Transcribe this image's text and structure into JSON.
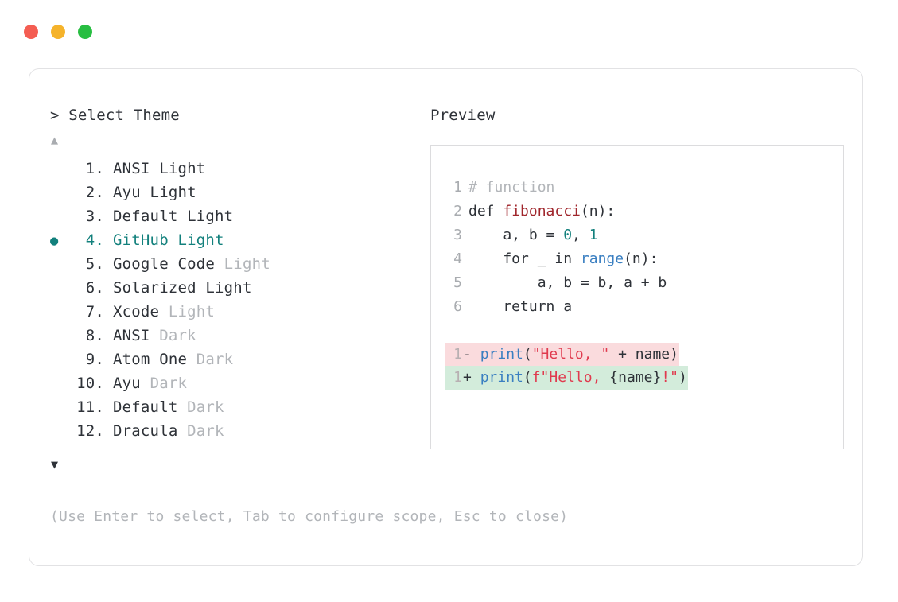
{
  "window": {
    "dots": [
      {
        "name": "close-dot",
        "color": "#f45d52"
      },
      {
        "name": "minimize-dot",
        "color": "#f5b32b"
      },
      {
        "name": "maximize-dot",
        "color": "#28be42"
      }
    ]
  },
  "left_panel": {
    "prompt": "> Select Theme",
    "scroll_up": "▲",
    "scroll_down": "▼",
    "selected_index": 4,
    "bullet": "●",
    "items": [
      {
        "num": "1.",
        "name": "ANSI Light",
        "mode": ""
      },
      {
        "num": "2.",
        "name": "Ayu Light",
        "mode": ""
      },
      {
        "num": "3.",
        "name": "Default Light",
        "mode": ""
      },
      {
        "num": "4.",
        "name": "GitHub Light",
        "mode": ""
      },
      {
        "num": "5.",
        "name": "Google Code ",
        "mode": "Light"
      },
      {
        "num": "6.",
        "name": "Solarized Light",
        "mode": ""
      },
      {
        "num": "7.",
        "name": "Xcode ",
        "mode": "Light"
      },
      {
        "num": "8.",
        "name": "ANSI ",
        "mode": "Dark"
      },
      {
        "num": "9.",
        "name": "Atom One ",
        "mode": "Dark"
      },
      {
        "num": "10.",
        "name": "Ayu ",
        "mode": "Dark"
      },
      {
        "num": "11.",
        "name": "Default ",
        "mode": "Dark"
      },
      {
        "num": "12.",
        "name": "Dracula ",
        "mode": "Dark"
      }
    ]
  },
  "footer": {
    "hint": "(Use Enter to select, Tab to configure scope, Esc to close)"
  },
  "right_panel": {
    "heading": "Preview",
    "code_lines": [
      {
        "ln": "1",
        "tokens": [
          {
            "t": "# function",
            "c": "comment"
          }
        ]
      },
      {
        "ln": "2",
        "tokens": [
          {
            "t": "def ",
            "c": "plain"
          },
          {
            "t": "fibonacci",
            "c": "func"
          },
          {
            "t": "(n):",
            "c": "plain"
          }
        ]
      },
      {
        "ln": "3",
        "tokens": [
          {
            "t": "    a, b = ",
            "c": "plain"
          },
          {
            "t": "0",
            "c": "num"
          },
          {
            "t": ", ",
            "c": "plain"
          },
          {
            "t": "1",
            "c": "num"
          }
        ]
      },
      {
        "ln": "4",
        "tokens": [
          {
            "t": "    for _ in ",
            "c": "plain"
          },
          {
            "t": "range",
            "c": "builtin"
          },
          {
            "t": "(n):",
            "c": "plain"
          }
        ]
      },
      {
        "ln": "5",
        "tokens": [
          {
            "t": "        a, b = b, a + b",
            "c": "plain"
          }
        ]
      },
      {
        "ln": "6",
        "tokens": [
          {
            "t": "    return a",
            "c": "plain"
          }
        ]
      }
    ],
    "diff_lines": [
      {
        "ln": "1",
        "kind": "del",
        "tokens": [
          {
            "t": "- ",
            "c": "plain"
          },
          {
            "t": "print",
            "c": "builtin"
          },
          {
            "t": "(",
            "c": "plain"
          },
          {
            "t": "\"Hello, \"",
            "c": "string"
          },
          {
            "t": " + name)",
            "c": "plain"
          }
        ]
      },
      {
        "ln": "1",
        "kind": "add",
        "tokens": [
          {
            "t": "+ ",
            "c": "plain"
          },
          {
            "t": "print",
            "c": "builtin"
          },
          {
            "t": "(",
            "c": "plain"
          },
          {
            "t": "f\"Hello, ",
            "c": "string"
          },
          {
            "t": "{name}",
            "c": "plain"
          },
          {
            "t": "!\"",
            "c": "string"
          },
          {
            "t": ")",
            "c": "plain"
          }
        ]
      }
    ]
  }
}
